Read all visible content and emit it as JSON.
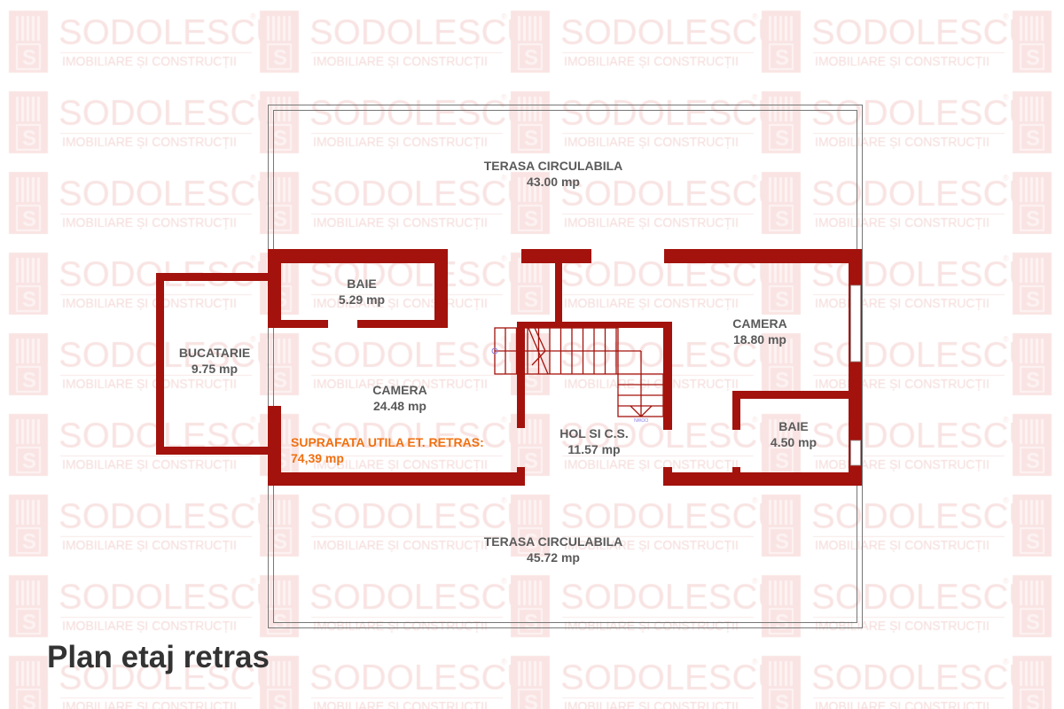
{
  "watermark": {
    "brand": "SODOLESCU",
    "tagline": "IMOBILIARE ȘI CONSTRUCȚII",
    "mark": "®"
  },
  "colors": {
    "wall": "#a3120c",
    "label": "#5a5a5a",
    "total": "#f07010",
    "title": "#333333"
  },
  "rooms": [
    {
      "id": "terasa-nord",
      "name": "TERASA CIRCULABILA",
      "area": "43.00 mp"
    },
    {
      "id": "baie-1",
      "name": "BAIE",
      "area": "5.29 mp"
    },
    {
      "id": "bucatarie",
      "name": "BUCATARIE",
      "area": "9.75 mp"
    },
    {
      "id": "camera-1",
      "name": "CAMERA",
      "area": "24.48 mp"
    },
    {
      "id": "hol",
      "name": "HOL SI C.S.",
      "area": "11.57 mp"
    },
    {
      "id": "camera-2",
      "name": "CAMERA",
      "area": "18.80 mp"
    },
    {
      "id": "baie-2",
      "name": "BAIE",
      "area": "4.50 mp"
    },
    {
      "id": "terasa-sud",
      "name": "TERASA CIRCULABILA",
      "area": "45.72 mp"
    }
  ],
  "total": {
    "label": "SUPRAFATA UTILA ET. RETRAS:",
    "value": "74,39 mp"
  },
  "stairs": {
    "direction": "DOWN"
  },
  "title": "Plan etaj retras"
}
